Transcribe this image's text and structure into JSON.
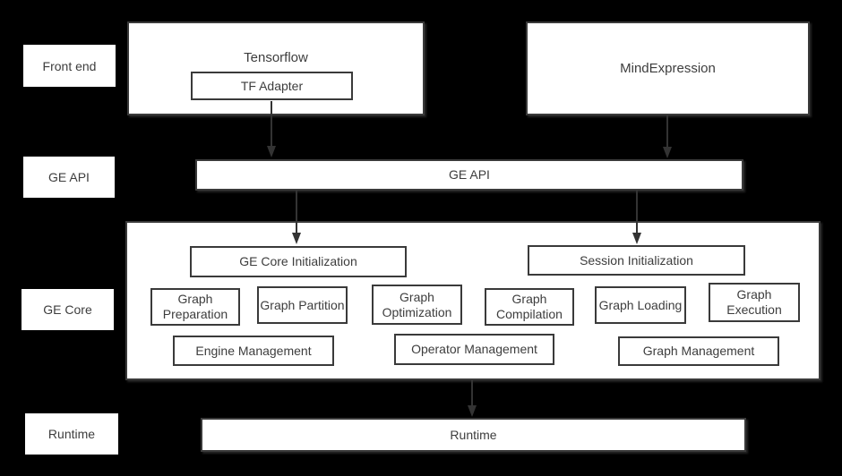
{
  "colors": {
    "background": "#000000",
    "box_fill": "#ffffff",
    "box_border": "#3a3a3a",
    "text": "#3d3d3d",
    "arrow": "#333333"
  },
  "row_labels": {
    "front_end": "Front end",
    "ge_api": "GE API",
    "ge_core": "GE Core",
    "runtime": "Runtime"
  },
  "front_end": {
    "tensorflow": "Tensorflow",
    "tf_adapter": "TF Adapter",
    "mindexpression": "MindExpression"
  },
  "ge_api": {
    "label": "GE API"
  },
  "ge_core": {
    "ge_core_initialization": "GE Core Initialization",
    "session_initialization": "Session Initialization",
    "modules": [
      "Graph Preparation",
      "Graph Partition",
      "Graph Optimization",
      "Graph Compilation",
      "Graph Loading",
      "Graph Execution"
    ],
    "management": [
      "Engine Management",
      "Operator Management",
      "Graph Management"
    ]
  },
  "runtime": {
    "label": "Runtime"
  }
}
